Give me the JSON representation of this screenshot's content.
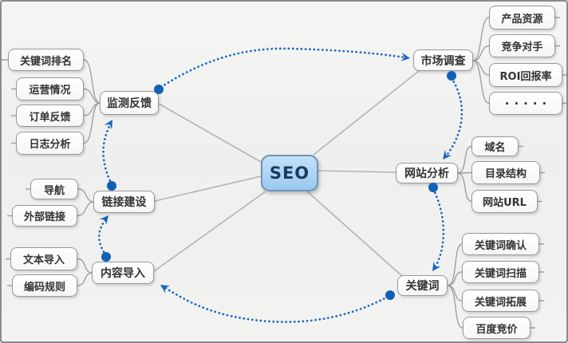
{
  "center": {
    "label": "SEO"
  },
  "branches": [
    {
      "label": "监测反馈",
      "children": [
        "关键词排名",
        "运营情况",
        "订单反馈",
        "日志分析"
      ]
    },
    {
      "label": "链接建设",
      "children": [
        "导航",
        "外部链接"
      ]
    },
    {
      "label": "内容导入",
      "children": [
        "文本导入",
        "编码规则"
      ]
    },
    {
      "label": "市场调查",
      "children": [
        "产品资源",
        "竞争对手",
        "ROI回报率",
        "·····"
      ]
    },
    {
      "label": "网站分析",
      "children": [
        "域名",
        "目录结构",
        "网站URL"
      ]
    },
    {
      "label": "关键词",
      "children": [
        "关键词确认",
        "关键词扫描",
        "关键词拓展",
        "百度竞价"
      ]
    }
  ],
  "flow_cycle": {
    "description": "blue dotted arrows forming a cycle, circle = start, arrow = end",
    "sequence": [
      "内容导入 → 链接建设",
      "链接建设 → 监测反馈",
      "监测反馈 → 市场调查",
      "市场调查 → 网站分析",
      "网站分析 → 关键词",
      "关键词 → 内容导入"
    ]
  },
  "colors": {
    "flow_accent": "#1467c0",
    "center_fill": "#9ac9f0",
    "center_border": "#6f93b8",
    "node_border": "#95989c",
    "hub_line": "#b3b3b3",
    "background": "#f1f1f0"
  }
}
